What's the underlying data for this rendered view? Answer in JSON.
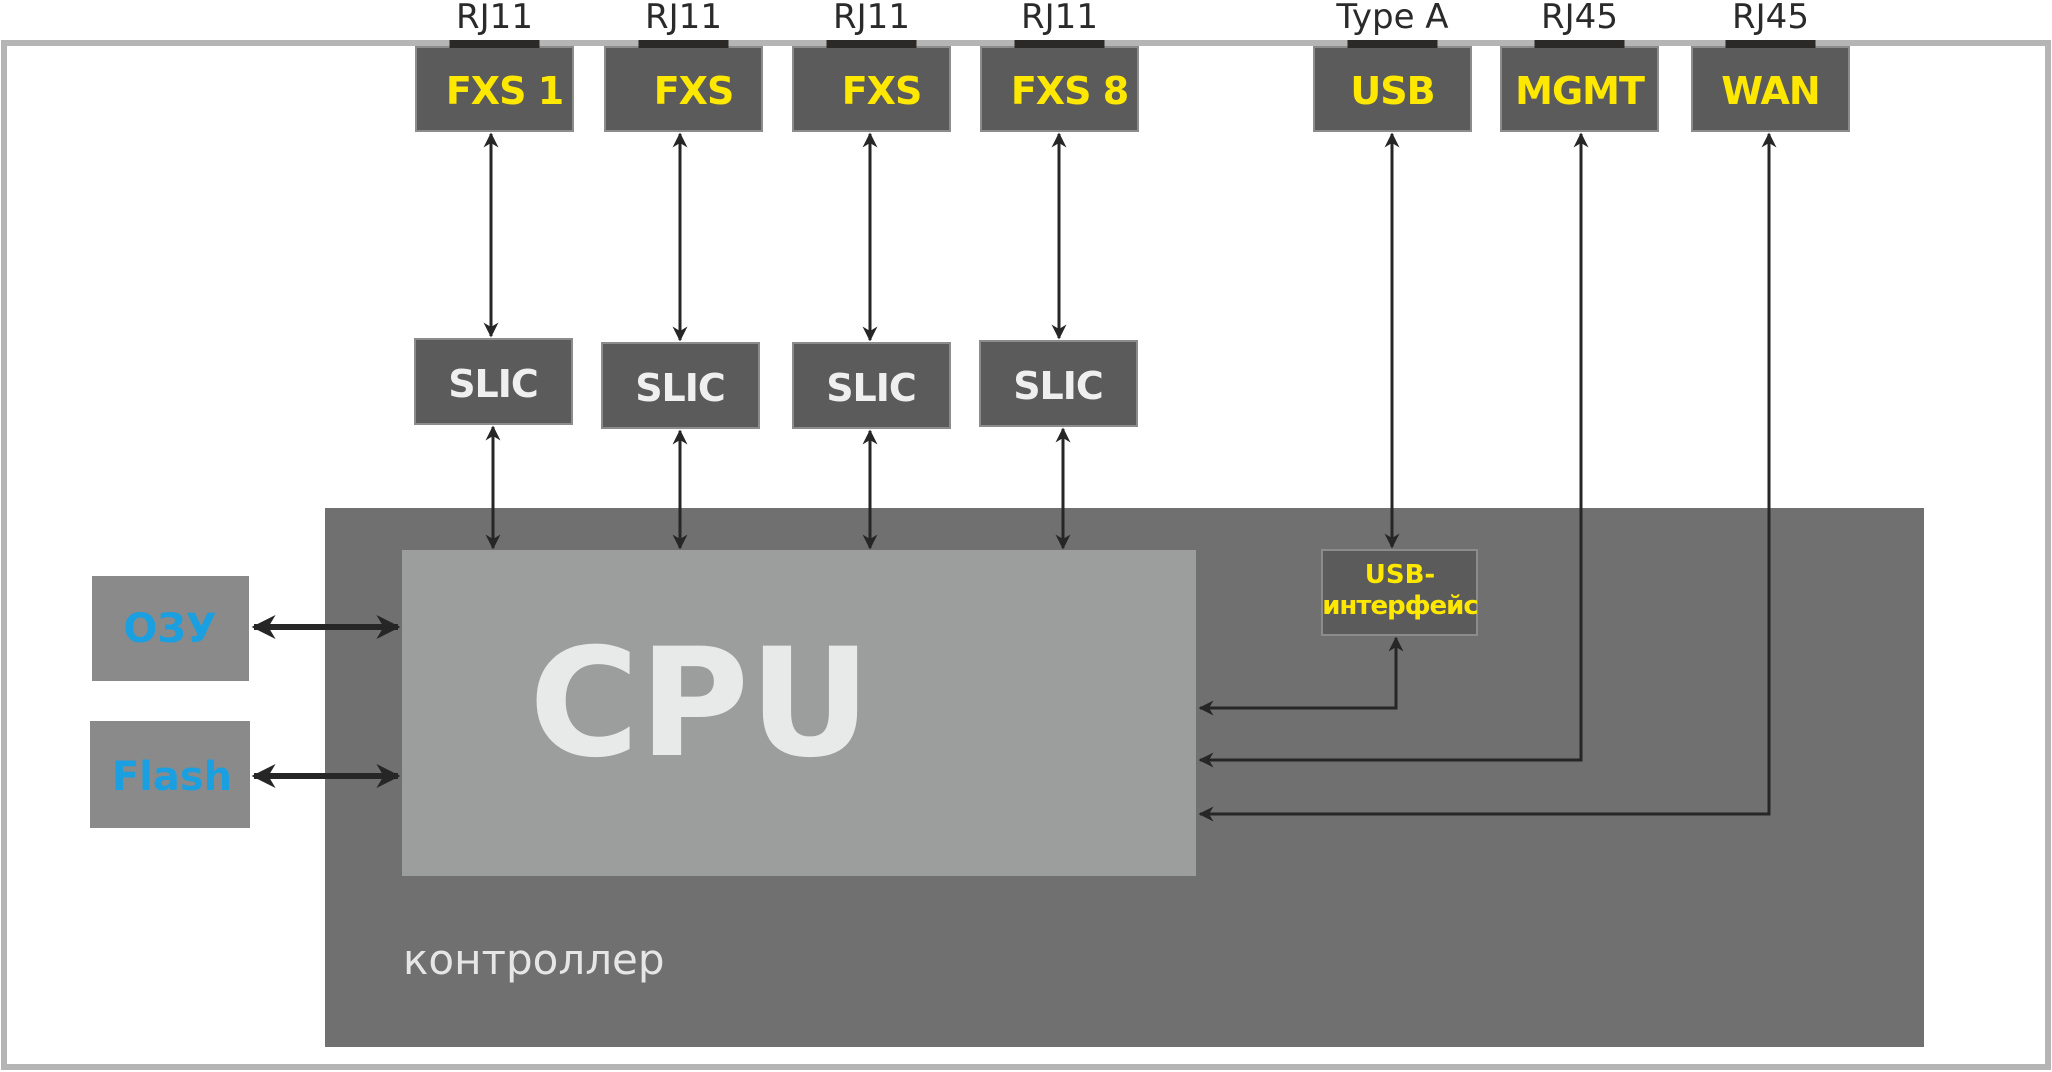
{
  "ports": [
    {
      "connector": "RJ11",
      "label": "FXS 1"
    },
    {
      "connector": "RJ11",
      "label": "FXS"
    },
    {
      "connector": "RJ11",
      "label": "FXS"
    },
    {
      "connector": "RJ11",
      "label": "FXS 8"
    },
    {
      "connector": "Type A",
      "label": "USB"
    },
    {
      "connector": "RJ45",
      "label": "MGMT"
    },
    {
      "connector": "RJ45",
      "label": "WAN"
    }
  ],
  "slics": [
    "SLIC",
    "SLIC",
    "SLIC",
    "SLIC"
  ],
  "controller": {
    "label": "контроллер",
    "cpu": "CPU",
    "usb_interface": [
      "USB-",
      "интерфейс"
    ]
  },
  "memory": {
    "ram": "ОЗУ",
    "flash": "Flash"
  },
  "colors": {
    "port_text": "#ffe800",
    "memory_text": "#1aa0e0",
    "controller": "#707070",
    "cpu": "#9c9e9d"
  }
}
